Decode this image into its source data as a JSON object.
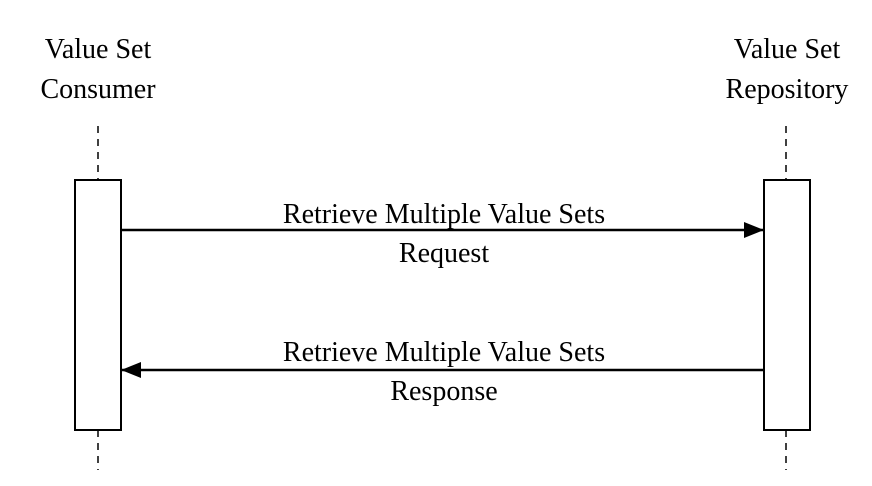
{
  "actors": [
    {
      "id": "consumer",
      "lines": [
        "Value Set",
        "Consumer"
      ]
    },
    {
      "id": "repository",
      "lines": [
        "Value Set",
        "Repository"
      ]
    }
  ],
  "messages": [
    {
      "direction": "consumer-to-repository",
      "lines": [
        "Retrieve Multiple Value Sets",
        "Request"
      ]
    },
    {
      "direction": "repository-to-consumer",
      "lines": [
        "Retrieve Multiple Value Sets",
        "Response"
      ]
    }
  ],
  "colors": {
    "line": "#000000",
    "background": "#ffffff"
  }
}
